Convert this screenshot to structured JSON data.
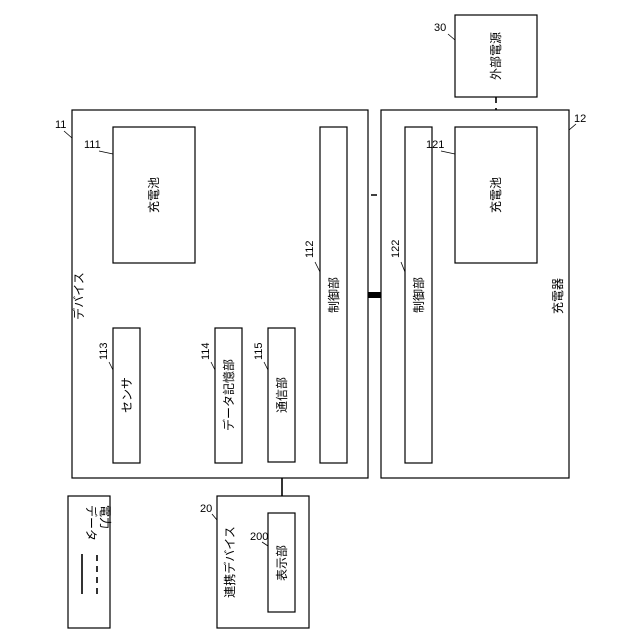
{
  "legend": {
    "data_label": "データ",
    "power_label": "電力"
  },
  "device": {
    "ref": "11",
    "name": "デバイス",
    "battery": {
      "ref": "111",
      "label": "充電池"
    },
    "controller": {
      "ref": "112",
      "label": "制御部"
    },
    "sensor": {
      "ref": "113",
      "label": "センサ"
    },
    "storage": {
      "ref": "114",
      "label": "データ記憶部"
    },
    "comm": {
      "ref": "115",
      "label": "通信部"
    }
  },
  "charger": {
    "ref": "12",
    "name": "充電器",
    "battery": {
      "ref": "121",
      "label": "充電池"
    },
    "controller": {
      "ref": "122",
      "label": "制御部"
    }
  },
  "linked_device": {
    "ref": "20",
    "name": "連携デバイス",
    "display": {
      "ref": "200",
      "label": "表示部"
    }
  },
  "external_power": {
    "ref": "30",
    "label": "外部電源"
  }
}
